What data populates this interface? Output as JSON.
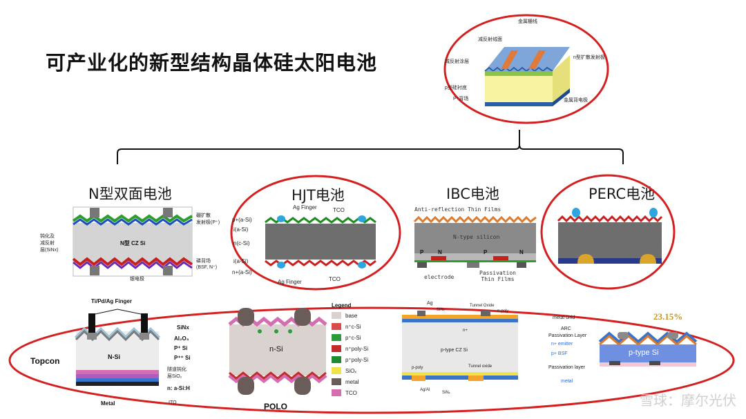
{
  "title": "可产业化的新型结构晶体硅太阳电池",
  "top_cell": {
    "labels": {
      "grid": "金属栅线",
      "antireflect_texture": "减反射绒面",
      "antireflect_coating": "减反射涂层",
      "emitter": "n型扩散发射极",
      "substrate": "p型硅衬底",
      "bsf": "P⁺背场",
      "back_electrode": "金属背电极"
    }
  },
  "cells": {
    "nbifacial": {
      "title": "N型双面电池",
      "labels": {
        "boron": "硼扩散\n发射极(P⁺)",
        "passivation": "钝化及\n减反射\n层(SiNx)",
        "body": "N型 CZ Si",
        "phos": "磷背场\n(BSF, N⁺)",
        "silver": "银电极"
      }
    },
    "hjt": {
      "title": "HJT电池",
      "labels": {
        "ag_top": "Ag Finger",
        "tco_top": "TCO",
        "p_asi": "p+(a-Si)",
        "i_asi_top": "i(a-Si)",
        "n_csi": "n(c-Si)",
        "i_asi_bot": "i(a-Si)",
        "n_asi": "n+(a-Si)",
        "ag_bot": "Ag Finger",
        "tco_bot": "TCO"
      }
    },
    "ibc": {
      "title": "IBC电池",
      "labels": {
        "arc": "Anti-reflection Thin Films",
        "body": "N-type silicon",
        "p1": "P",
        "n1": "N",
        "p2": "P",
        "n2": "N",
        "electrode": "electrode",
        "passivation": "Passivation\nThin Films"
      }
    },
    "perc": {
      "title": "PERC电池"
    }
  },
  "topcon": {
    "name": "Topcon",
    "labels": {
      "finger": "Ti/Pd/Ag Finger",
      "sinx": "SiNx",
      "al2o3": "Al₂O₃",
      "p_si": "P⁺ Si",
      "ppp_si": "P⁺⁺ Si",
      "body": "N-Si",
      "tunnel": "隧道钝化\n层SiO₂",
      "n_asi": "n: a-Si:H",
      "metal": "Metal",
      "ito": "ITO"
    }
  },
  "polo": {
    "name": "POLO",
    "body": "n-Si",
    "legend_title": "Legend",
    "legend": [
      {
        "label": "base",
        "color": "#d9d2cf"
      },
      {
        "label": "n⁺c-Si",
        "color": "#d94a4a"
      },
      {
        "label": "p⁺c-Si",
        "color": "#2e9b3a"
      },
      {
        "label": "n⁺poly-Si",
        "color": "#c42b2b"
      },
      {
        "label": "p⁺poly-Si",
        "color": "#1f8a2e"
      },
      {
        "label": "SiOₓ",
        "color": "#f2e24a"
      },
      {
        "label": "metal",
        "color": "#6a5d59"
      },
      {
        "label": "TCO",
        "color": "#d36fb0"
      }
    ]
  },
  "ptype_ibc": {
    "labels": {
      "ag": "Ag",
      "sinx": "SiNₓ",
      "tunnel_top": "Tunnel Oxide",
      "npoly": "n-poly",
      "n_plus": "n+",
      "body": "p-type  CZ Si",
      "ppoly": "p-poly",
      "tunnel_bot": "Tunnel oxide",
      "agal": "Ag/Al",
      "sinx_bot": "SiNₓ"
    }
  },
  "pert": {
    "efficiency": "23.15%",
    "labels": {
      "grid": "metal Grid",
      "arc": "ARC",
      "pass_top": "Passivation Layer",
      "emitter": "n+ emitter",
      "bsf": "p+ BSF",
      "body": "p-type Si",
      "pass_bot": "Passivation layer",
      "metal": "metal"
    }
  },
  "watermark": "雪球：摩尔光伏"
}
